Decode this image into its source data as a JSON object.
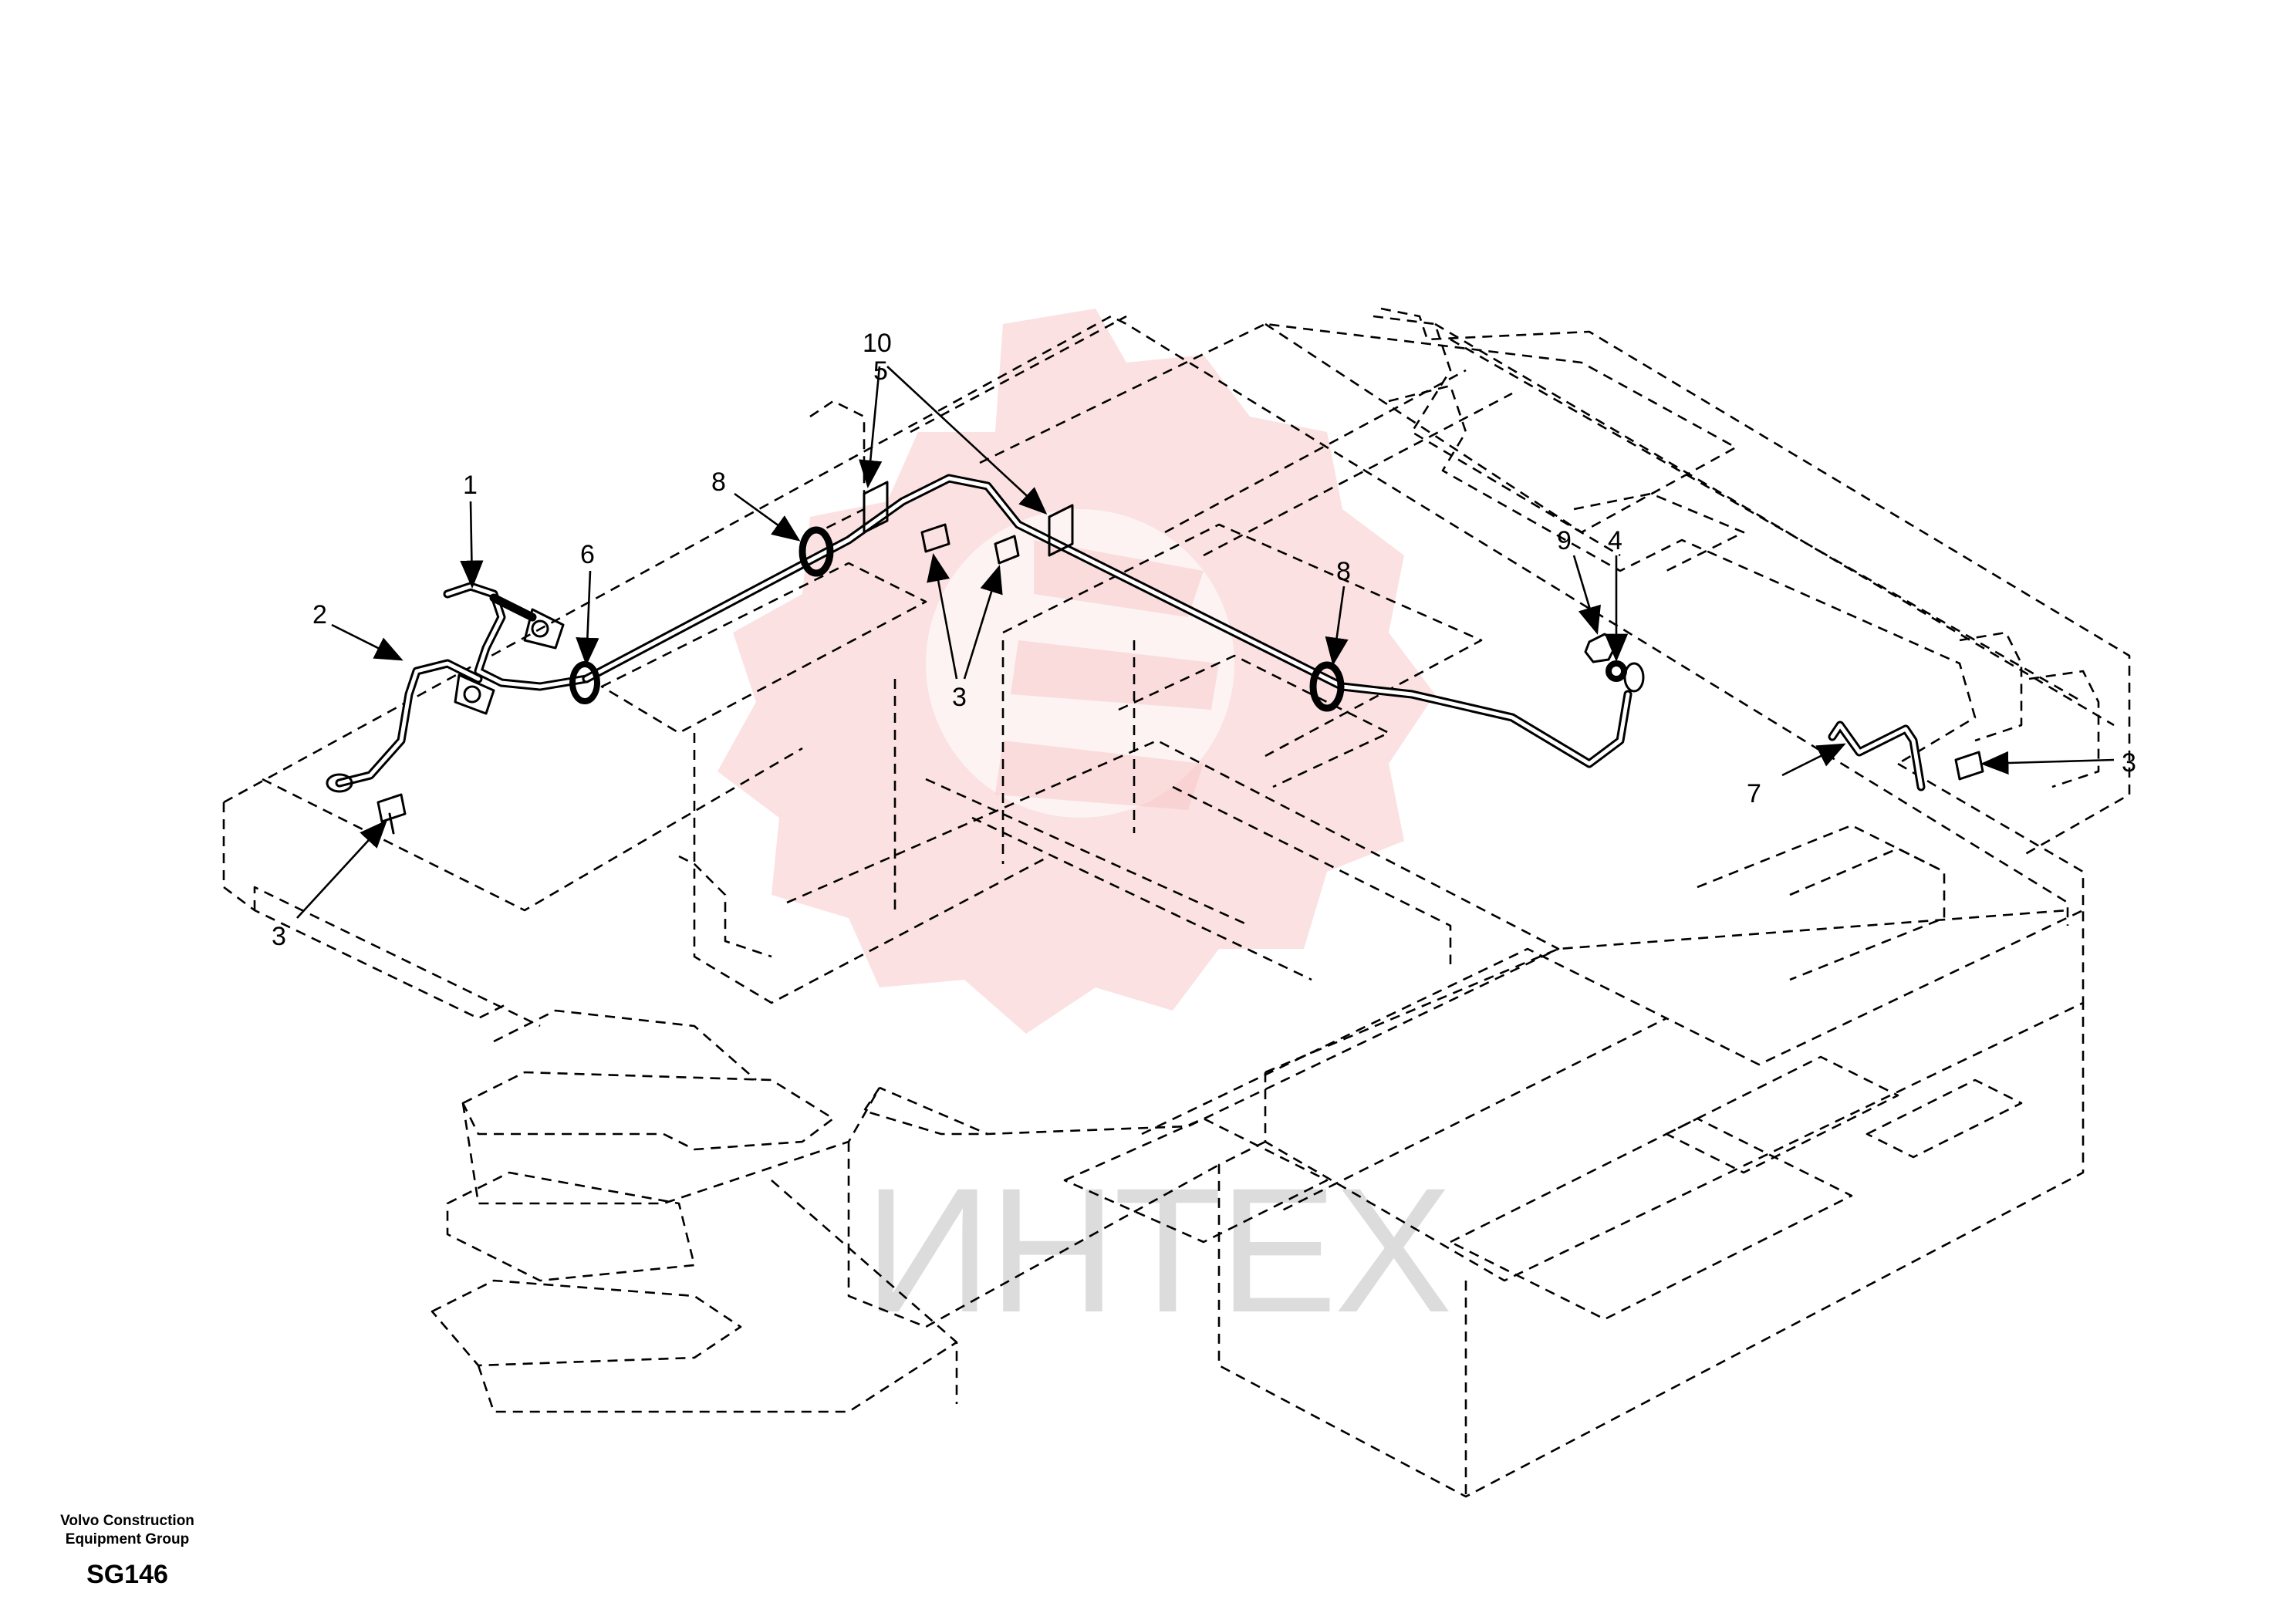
{
  "callouts": {
    "c1": "1",
    "c2": "2",
    "c3a": "3",
    "c3b": "3",
    "c3c": "3",
    "c4": "4",
    "c5": "5",
    "c6": "6",
    "c7": "7",
    "c8a": "8",
    "c8b": "8",
    "c9": "9",
    "c10": "10"
  },
  "watermark": {
    "text": "ИНТЕХ",
    "color": "#f7c9c9"
  },
  "footer": {
    "org_line1": "Volvo Construction",
    "org_line2": "Equipment Group",
    "code": "SG146"
  }
}
